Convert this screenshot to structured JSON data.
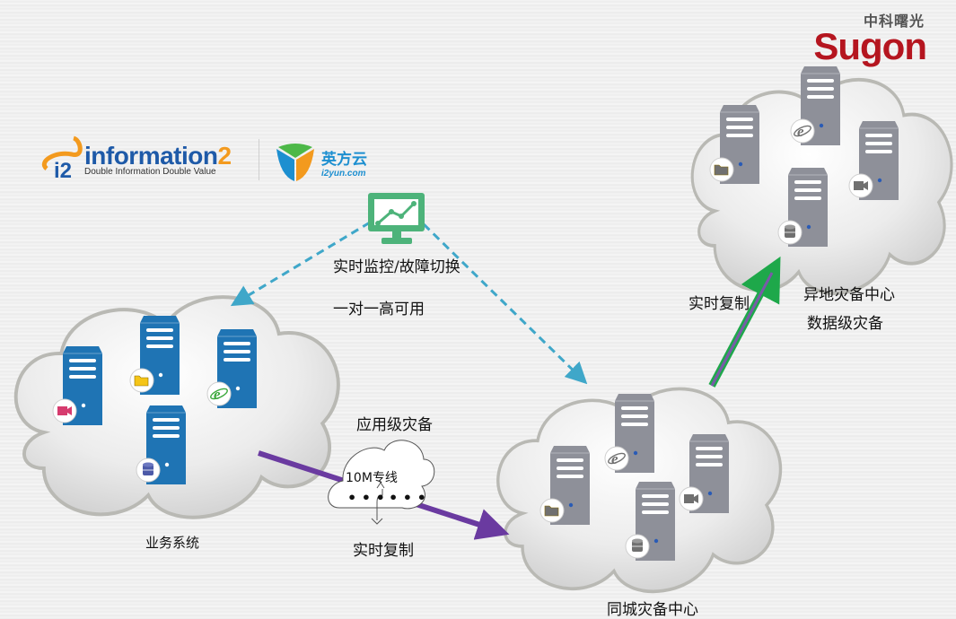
{
  "logos": {
    "information2": {
      "mark": "i2",
      "name": "information",
      "name_suffix": "2",
      "tagline": "Double Information Double Value"
    },
    "i2yun": {
      "name_cn": "英方云",
      "url": "i2yun.com"
    },
    "sugon": {
      "name_cn": "中科曙光",
      "name_en": "Sugon"
    }
  },
  "monitor": {
    "icon": "monitor-chart-icon",
    "label": "实时监控/故障切换",
    "sublabel": "一对一高可用"
  },
  "clouds": {
    "business": {
      "label": "业务系统",
      "server_color": "#1f74b4",
      "servers": [
        {
          "icon": "video-camera-icon"
        },
        {
          "icon": "folder-icon"
        },
        {
          "icon": "ie-browser-icon"
        },
        {
          "icon": "database-icon"
        }
      ]
    },
    "local_dr": {
      "label": "同城灾备中心",
      "server_color": "#8e9099",
      "servers": [
        {
          "icon": "folder-icon"
        },
        {
          "icon": "ie-browser-icon"
        },
        {
          "icon": "database-icon"
        },
        {
          "icon": "video-camera-icon"
        }
      ]
    },
    "remote_dr": {
      "label": "异地灾备中心",
      "sublabel": "数据级灾备",
      "server_color": "#8e9099",
      "servers": [
        {
          "icon": "folder-icon"
        },
        {
          "icon": "ie-browser-icon"
        },
        {
          "icon": "database-icon"
        },
        {
          "icon": "video-camera-icon"
        }
      ]
    }
  },
  "links": {
    "app_level": {
      "label": "应用级灾备",
      "line_label": "10M专线",
      "bottom_label": "实时复制",
      "color": "#6a3aa0"
    },
    "remote_replication": {
      "label": "实时复制",
      "color": "#7a5aa8",
      "outline": "#1ea84a"
    },
    "monitor_lines": {
      "color": "#3fa7c9"
    }
  },
  "colors": {
    "monitor": "#4db37a",
    "sugon_red": "#b5151f",
    "i2_blue": "#1e5aa8",
    "i2_orange": "#f39a1e"
  }
}
